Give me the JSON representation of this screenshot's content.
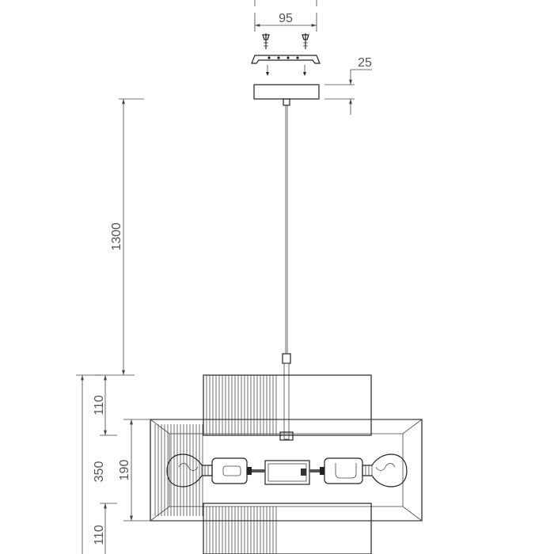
{
  "drawing": {
    "dimensions": {
      "canopy_width": "95",
      "canopy_height": "25",
      "suspension_length": "1300",
      "total_height": "350",
      "upper_shade_height": "110",
      "middle_frame_height": "190",
      "lower_shade_height": "110"
    }
  }
}
